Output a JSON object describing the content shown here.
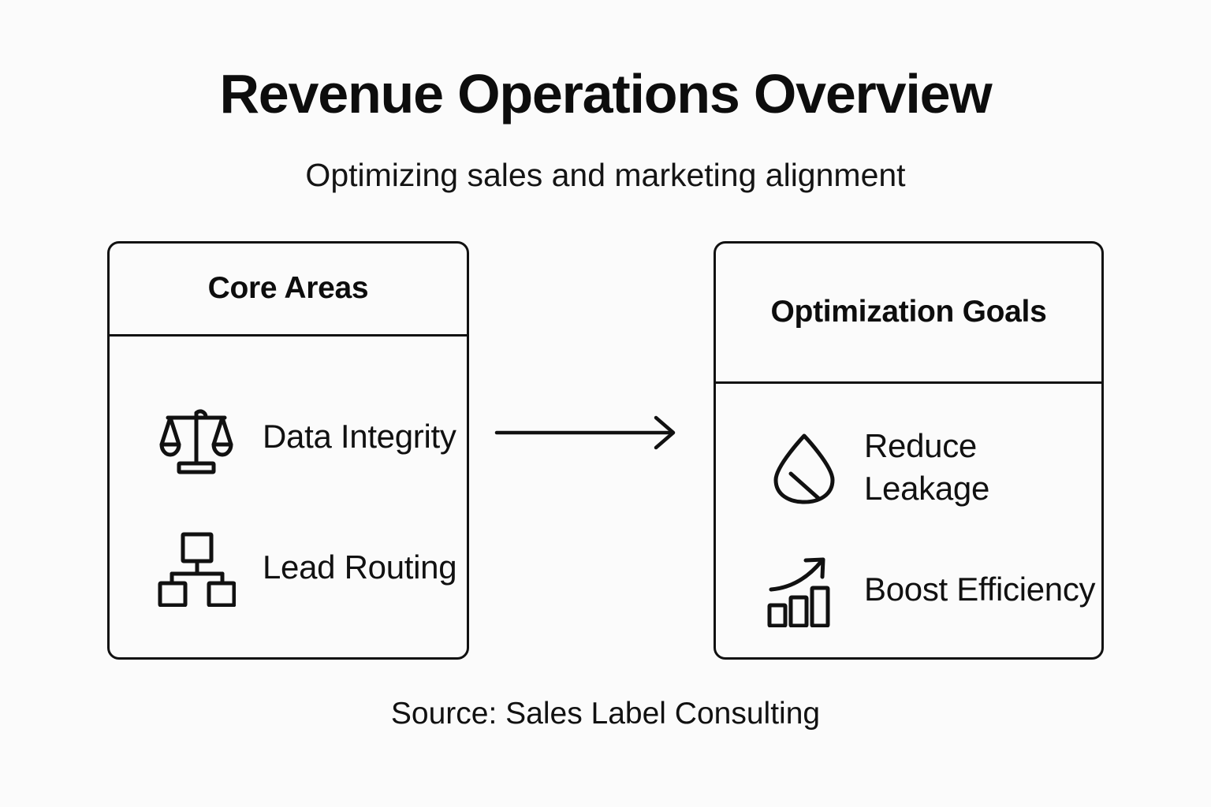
{
  "header": {
    "title": "Revenue Operations Overview",
    "subtitle": "Optimizing sales and marketing alignment"
  },
  "cards": [
    {
      "id": "core-areas",
      "heading": "Core Areas",
      "items": [
        {
          "icon": "balance-scale-icon",
          "label": "Data Integrity"
        },
        {
          "icon": "hierarchy-routing-icon",
          "label": "Lead Routing"
        }
      ]
    },
    {
      "id": "optimization-goals",
      "heading": "Optimization Goals",
      "items": [
        {
          "icon": "water-droplet-icon",
          "label": "Reduce Leakage"
        },
        {
          "icon": "bar-chart-growth-icon",
          "label": "Boost Efficiency"
        }
      ]
    }
  ],
  "connector": {
    "icon": "right-arrow-icon",
    "direction": "left-to-right"
  },
  "footer": {
    "source": "Source: Sales Label Consulting"
  },
  "colors": {
    "background": "#fbfbfb",
    "ink": "#111111",
    "card_border": "#111111"
  }
}
